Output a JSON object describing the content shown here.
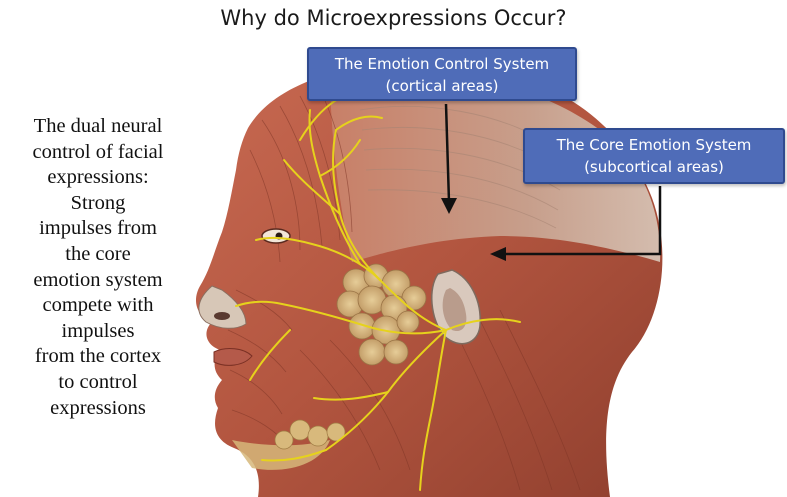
{
  "title": "Why do Microexpressions Occur?",
  "side_text": {
    "lines": [
      "The dual neural",
      "control of facial",
      "expressions:",
      "Strong",
      "impulses from",
      "the core",
      "emotion system",
      "compete with",
      "impulses",
      "from the cortex",
      "to control",
      "expressions"
    ]
  },
  "callouts": {
    "emotion_control": {
      "line1": "The Emotion Control System",
      "line2": "(cortical areas)"
    },
    "core_emotion": {
      "line1": "The Core Emotion System",
      "line2": "(subcortical areas)"
    }
  },
  "colors": {
    "callout_fill": "#4f6cb8",
    "callout_border": "#2f4a8f",
    "muscle": "#b2553f",
    "nerve": "#e6d21c",
    "gland": "#d3b37a"
  }
}
